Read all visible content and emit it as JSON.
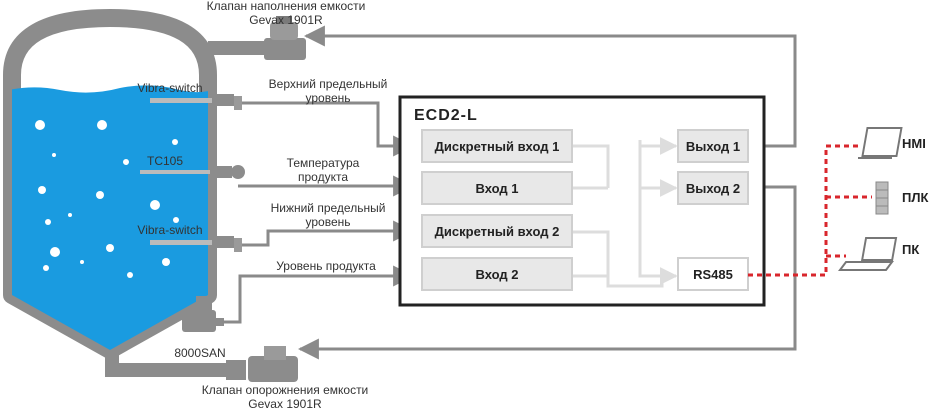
{
  "labels": {
    "fill_valve_line1": "Клапан наполнения емкости",
    "fill_valve_line2": "Gevax 1901R",
    "drain_valve_line1": "Клапан опорожнения емкости",
    "drain_valve_line2": "Gevax 1901R",
    "vibra_top": "Vibra-switch",
    "vibra_bottom": "Vibra-switch",
    "tc105": "TC105",
    "san": "8000SAN",
    "upper_limit_line1": "Верхний предельный",
    "upper_limit_line2": "уровень",
    "temp_line1": "Температура",
    "temp_line2": "продукта",
    "lower_limit_line1": "Нижний предельный",
    "lower_limit_line2": "уровень",
    "product_level": "Уровень продукта"
  },
  "controller": {
    "title": "ECD2-L",
    "inputs": [
      "Дискретный вход 1",
      "Вход 1",
      "Дискретный вход 2",
      "Вход 2"
    ],
    "outputs": [
      "Выход 1",
      "Выход 2",
      "RS485"
    ]
  },
  "devices": [
    "HMI",
    "ПЛК",
    "ПК"
  ],
  "colors": {
    "liquid": "#1a9be0",
    "tank": "#8c8c8c",
    "wire": "#8a8a8a",
    "box": "#e8e8e8",
    "rs485": "#d9262c"
  }
}
